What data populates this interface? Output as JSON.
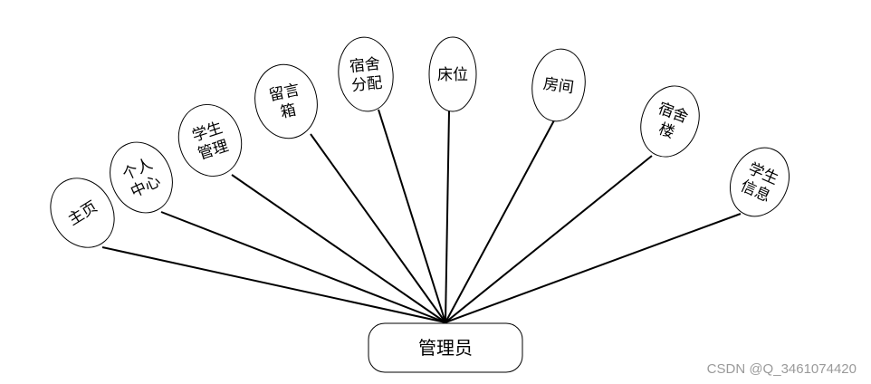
{
  "root": {
    "label": "管理员"
  },
  "nodes": [
    {
      "lines": [
        "主页"
      ]
    },
    {
      "lines": [
        "个人",
        "中心"
      ]
    },
    {
      "lines": [
        "学生",
        "管理"
      ]
    },
    {
      "lines": [
        "留言",
        "箱"
      ]
    },
    {
      "lines": [
        "宿舍",
        "分配"
      ]
    },
    {
      "lines": [
        "床位"
      ]
    },
    {
      "lines": [
        "房间"
      ]
    },
    {
      "lines": [
        "宿舍",
        "楼"
      ]
    },
    {
      "lines": [
        "学生",
        "信息"
      ]
    }
  ],
  "watermark": "CSDN @Q_3461074420"
}
